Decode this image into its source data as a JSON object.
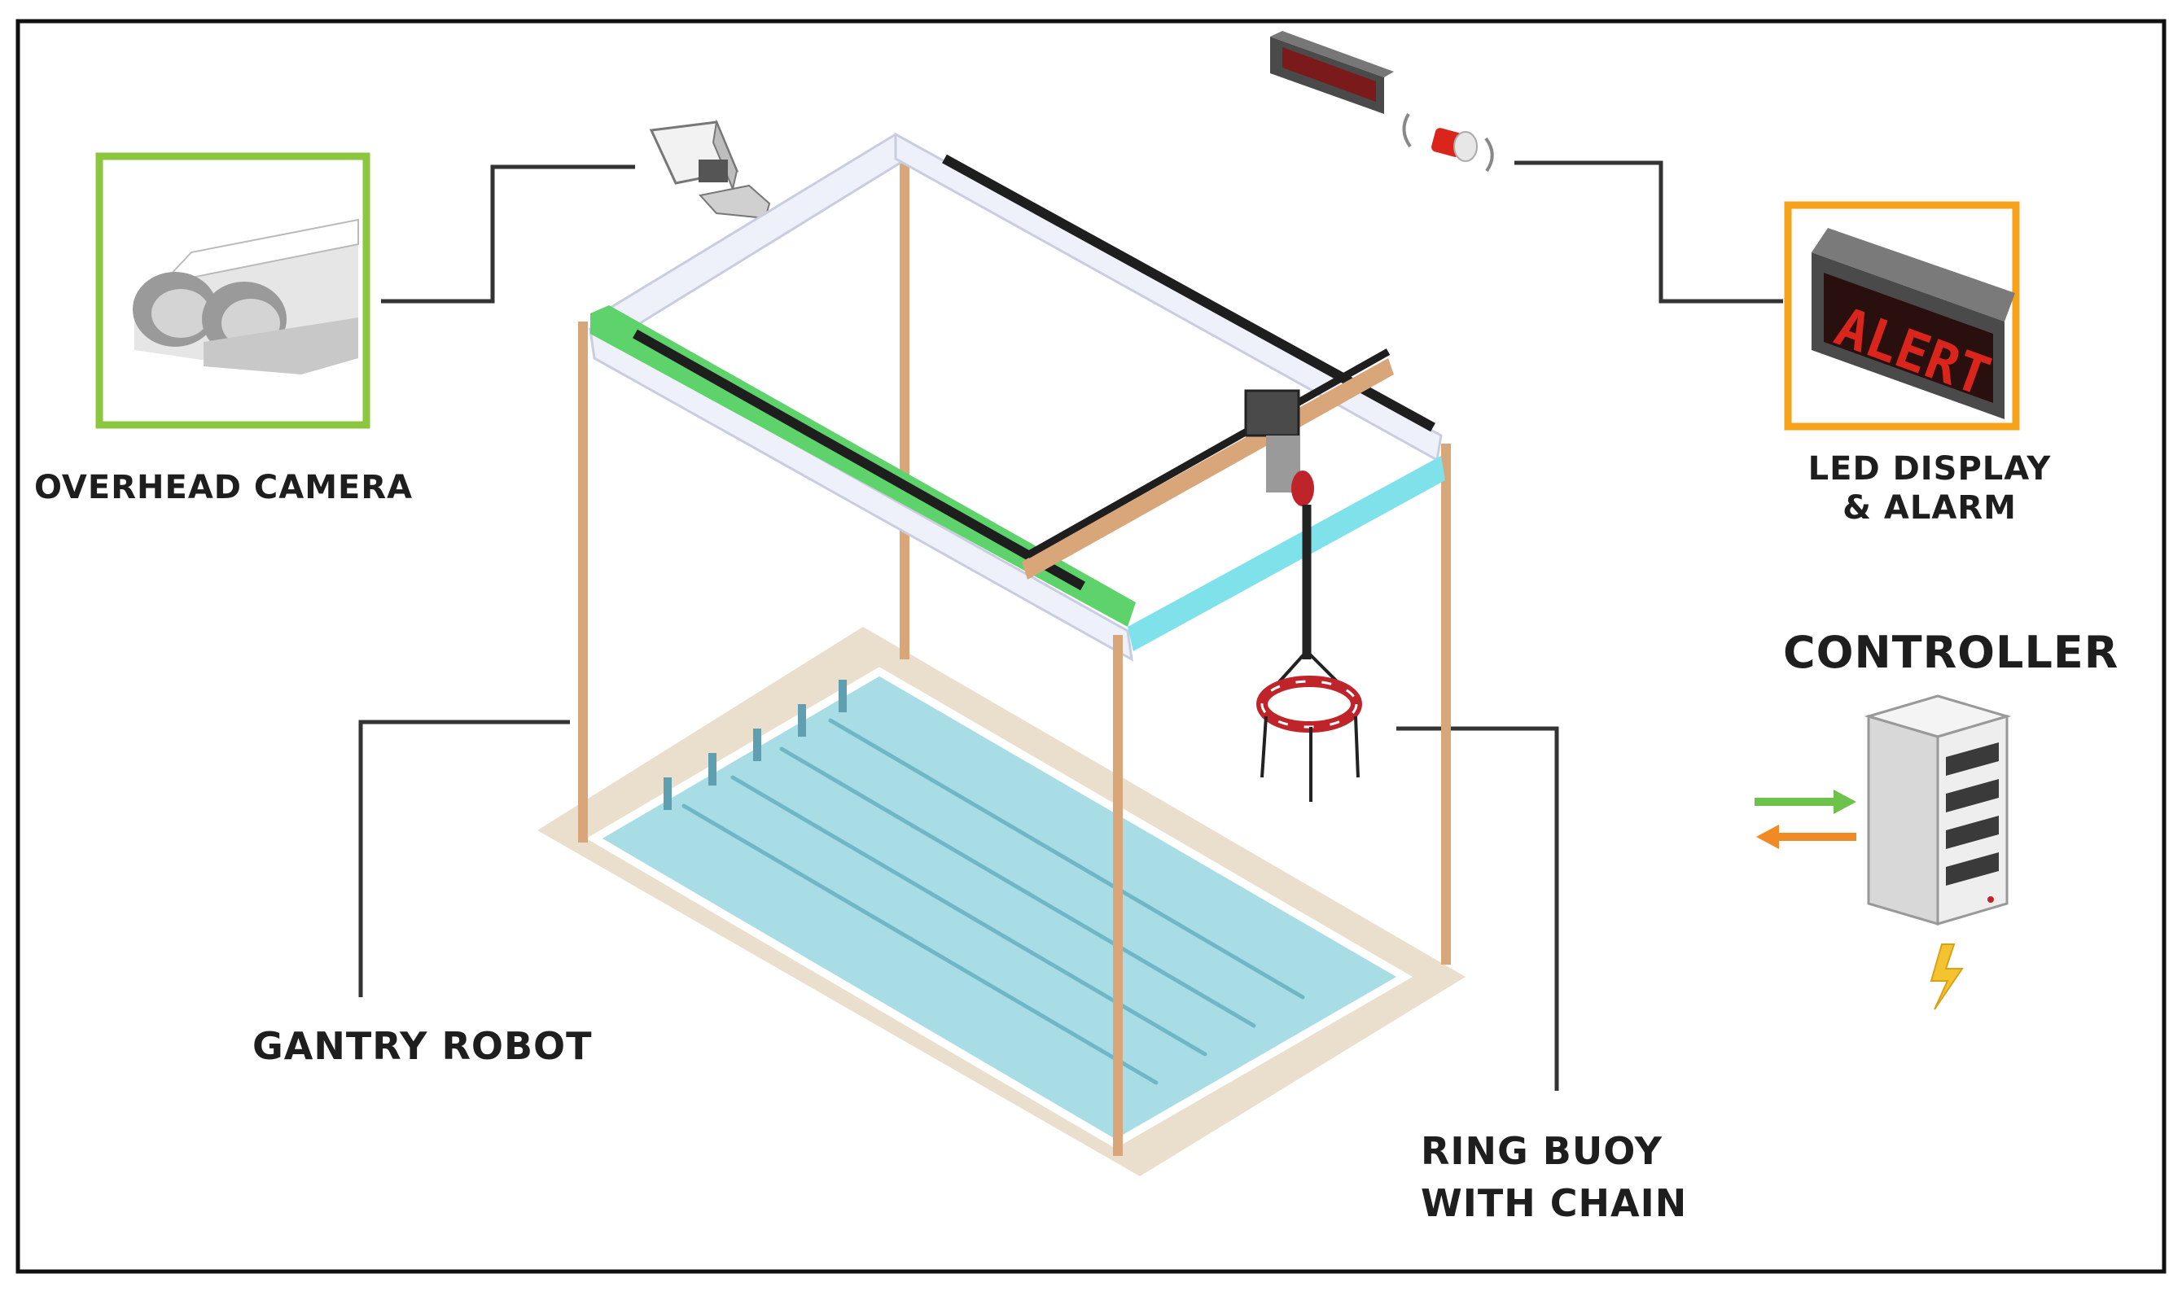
{
  "labels": {
    "overhead_camera": "OVERHEAD CAMERA",
    "led_display_line1": "LED DISPLAY",
    "led_display_line2": "& ALARM",
    "controller": "CONTROLLER",
    "gantry_robot": "GANTRY ROBOT",
    "ring_buoy_line1": "RING BUOY",
    "ring_buoy_line2": "WITH CHAIN"
  },
  "led_sign_text": "ALERT",
  "colors": {
    "camera_frame": "#8cc63f",
    "led_frame": "#f7a21b",
    "led_sign_body": "#4a4a4a",
    "led_sign_text": "#d9251c",
    "gantry_post": "#d9a67a",
    "rail_green": "#5fd36b",
    "rail_cyan": "#7fe1ea",
    "rail_dark": "#1e1e1e",
    "pool_water": "#a8dde6",
    "pool_deck": "#eadfcc",
    "buoy_red": "#c0242b",
    "arrow_green": "#6cc24a",
    "arrow_orange": "#f08a24",
    "bolt_yellow": "#f4c430",
    "connector_line": "#333333"
  },
  "icons": [
    "camera-icon",
    "led-sign-icon",
    "alarm-siren-icon",
    "server-rack-icon",
    "lightning-bolt-icon",
    "ring-buoy-icon"
  ]
}
